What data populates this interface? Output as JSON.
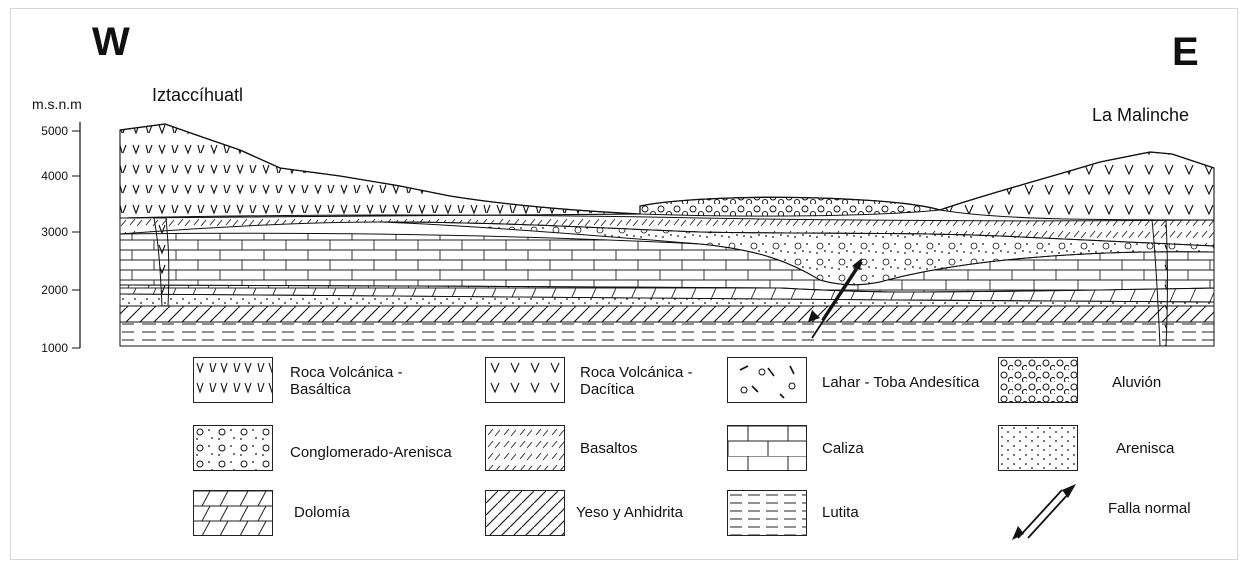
{
  "directions": {
    "west": "W",
    "east": "E"
  },
  "peaks": {
    "left": "Iztaccíhuatl",
    "right": "La Malinche"
  },
  "axis": {
    "unit": "m.s.n.m",
    "ticks": [
      "5000",
      "4000",
      "3000",
      "2000",
      "1000"
    ]
  },
  "legend": [
    {
      "id": "roca-basaltica",
      "label_line1": "Roca Volcánica -",
      "label_line2": "Basáltica"
    },
    {
      "id": "roca-dacitica",
      "label_line1": "Roca Volcánica -",
      "label_line2": "Dacítica"
    },
    {
      "id": "lahar",
      "label_line1": "Lahar - Toba Andesítica",
      "label_line2": ""
    },
    {
      "id": "aluvion",
      "label_line1": "Aluvión",
      "label_line2": ""
    },
    {
      "id": "conglomerado",
      "label_line1": "Conglomerado-Arenisca",
      "label_line2": ""
    },
    {
      "id": "basaltos",
      "label_line1": "Basaltos",
      "label_line2": ""
    },
    {
      "id": "caliza",
      "label_line1": "Caliza",
      "label_line2": ""
    },
    {
      "id": "arenisca",
      "label_line1": "Arenisca",
      "label_line2": ""
    },
    {
      "id": "dolomia",
      "label_line1": "Dolomía",
      "label_line2": ""
    },
    {
      "id": "yeso",
      "label_line1": "Yeso y Anhidrita",
      "label_line2": ""
    },
    {
      "id": "lutita",
      "label_line1": "Lutita",
      "label_line2": ""
    },
    {
      "id": "falla",
      "label_line1": "Falla normal",
      "label_line2": ""
    }
  ]
}
